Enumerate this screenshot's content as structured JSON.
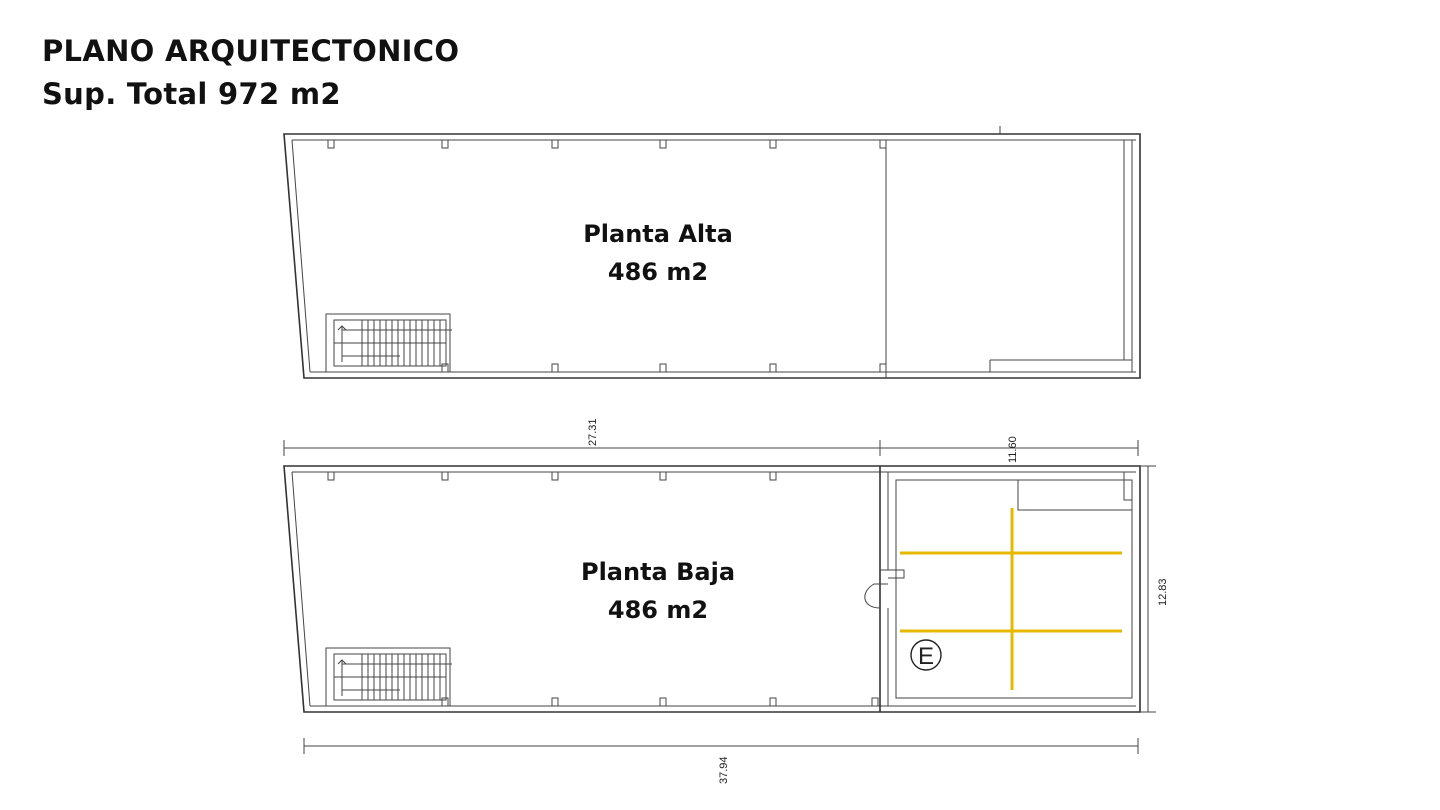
{
  "header": {
    "title": "PLANO ARQUITECTONICO",
    "subtitle": "Sup. Total 972 m2"
  },
  "floors": [
    {
      "name": "Planta Alta",
      "area": "486 m2"
    },
    {
      "name": "Planta Baja",
      "area": "486 m2"
    }
  ],
  "dimensions": {
    "front_left": "27.31",
    "front_right": "11.60",
    "depth": "12.83",
    "total_width": "37.94"
  },
  "symbols": {
    "elevator_mark": "E"
  },
  "colors": {
    "walls": "#333333",
    "parking_lines": "#e6b800"
  }
}
